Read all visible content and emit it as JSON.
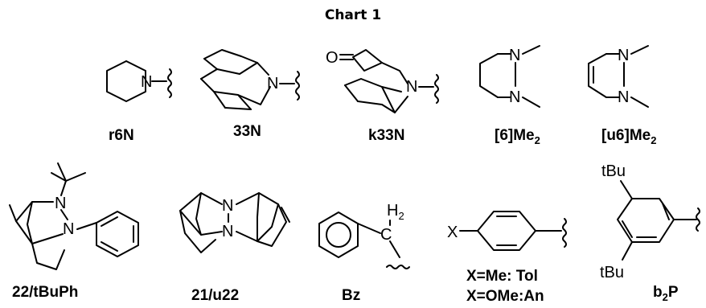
{
  "title": "Chart 1",
  "structures": [
    {
      "id": "r6N",
      "label": "r6N"
    },
    {
      "id": "33N",
      "label": "33N"
    },
    {
      "id": "k33N",
      "label": "k33N"
    },
    {
      "id": "6Me2",
      "label_main": "[6]Me",
      "label_sub": "2"
    },
    {
      "id": "u6Me2",
      "label_main": "[u6]Me",
      "label_sub": "2"
    },
    {
      "id": "22tBuPh",
      "label": "22/tBuPh"
    },
    {
      "id": "21u22",
      "label": "21/u22"
    },
    {
      "id": "Bz",
      "label": "Bz"
    },
    {
      "id": "aryl",
      "label_line1": "X=Me: Tol",
      "label_line2": "X=OMe:An"
    },
    {
      "id": "b2P",
      "label_main": "b",
      "label_sub": "2",
      "label_tail": "P"
    }
  ],
  "atoms": {
    "N": "N",
    "O": "O",
    "X": "X",
    "C": "C",
    "H2_main": "H",
    "H2_sub": "2",
    "tBu": "tBu"
  }
}
